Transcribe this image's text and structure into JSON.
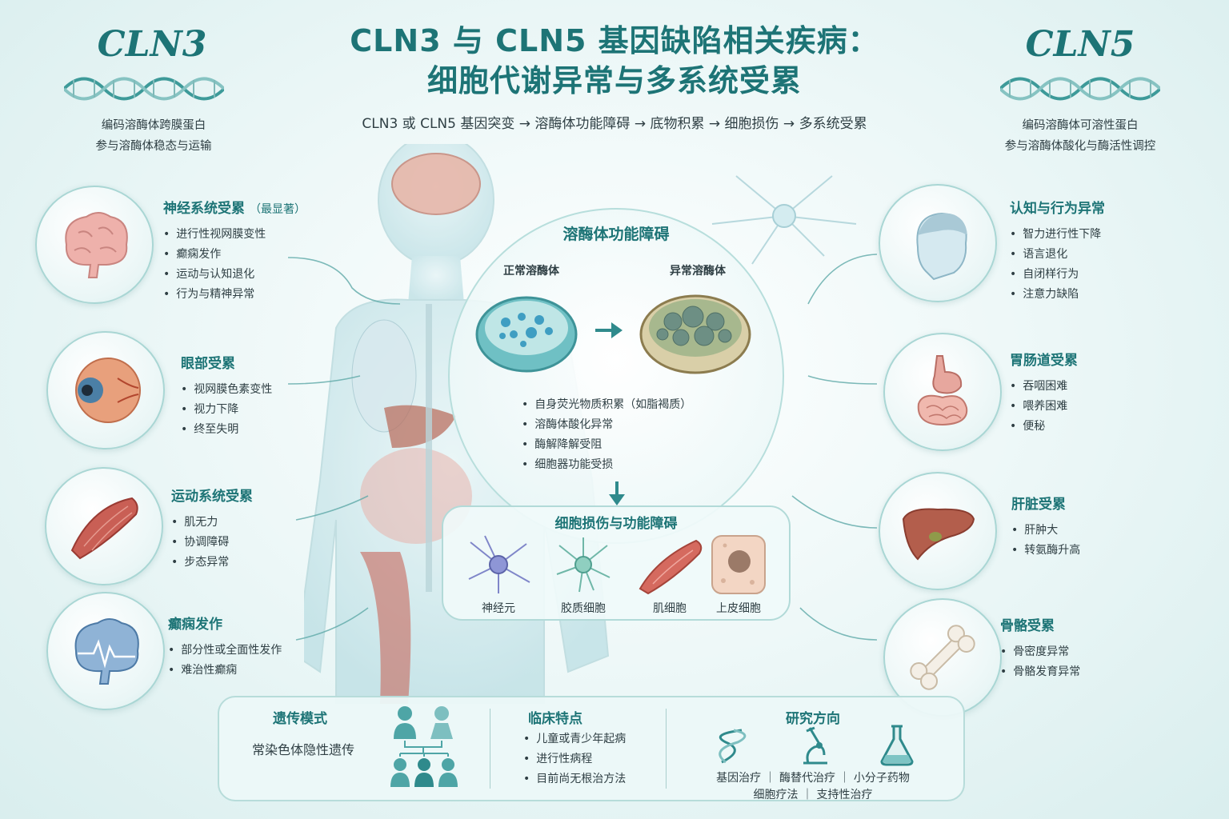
{
  "header": {
    "title_line1": "CLN3 与 CLN5 基因缺陷相关疾病：",
    "title_line2": "细胞代谢异常与多系统受累",
    "flow": "CLN3 或 CLN5 基因突变 → 溶酶体功能障碍 → 底物积累 → 细胞损伤 → 多系统受累"
  },
  "genes": {
    "left": {
      "name": "CLN3",
      "desc_line1": "编码溶酶体跨膜蛋白",
      "desc_line2": "参与溶酶体稳态与运输"
    },
    "right": {
      "name": "CLN5",
      "desc_line1": "编码溶酶体可溶性蛋白",
      "desc_line2": "参与溶酶体酸化与酶活性调控"
    }
  },
  "left_panels": [
    {
      "title": "神经系统受累",
      "note": "（最显著）",
      "icon": "brain-icon",
      "items": [
        "进行性视网膜变性",
        "癫痫发作",
        "运动与认知退化",
        "行为与精神异常"
      ]
    },
    {
      "title": "眼部受累",
      "icon": "eye-icon",
      "items": [
        "视网膜色素变性",
        "视力下降",
        "终至失明"
      ]
    },
    {
      "title": "运动系统受累",
      "icon": "muscle-icon",
      "items": [
        "肌无力",
        "协调障碍",
        "步态异常"
      ]
    },
    {
      "title": "癫痫发作",
      "icon": "brain-seizure-icon",
      "items": [
        "部分性或全面性发作",
        "难治性癫痫"
      ]
    }
  ],
  "right_panels": [
    {
      "title": "认知与行为异常",
      "icon": "child-head-icon",
      "items": [
        "智力进行性下降",
        "语言退化",
        "自闭样行为",
        "注意力缺陷"
      ]
    },
    {
      "title": "胃肠道受累",
      "icon": "stomach-intestine-icon",
      "items": [
        "吞咽困难",
        "喂养困难",
        "便秘"
      ]
    },
    {
      "title": "肝脏受累",
      "icon": "liver-icon",
      "items": [
        "肝肿大",
        "转氨酶升高"
      ]
    },
    {
      "title": "骨骼受累",
      "icon": "bone-icon",
      "items": [
        "骨密度异常",
        "骨骼发育异常"
      ]
    }
  ],
  "center": {
    "title": "溶酶体功能障碍",
    "normal_label": "正常溶酶体",
    "abnormal_label": "异常溶酶体",
    "items": [
      "自身荧光物质积累（如脂褐质）",
      "溶酶体酸化异常",
      "酶解降解受阻",
      "细胞器功能受损"
    ],
    "damage_title": "细胞损伤与功能障碍",
    "cells": [
      "神经元",
      "胶质细胞",
      "肌细胞",
      "上皮细胞"
    ]
  },
  "bottom": {
    "inheritance_title": "遗传模式",
    "inheritance_text": "常染色体隐性遗传",
    "clinical_title": "临床特点",
    "clinical_items": [
      "儿童或青少年起病",
      "进行性病程",
      "目前尚无根治方法"
    ],
    "research_title": "研究方向",
    "research_line1": "基因治疗 ｜ 酶替代治疗 ｜ 小分子药物",
    "research_line2": "细胞疗法 ｜ 支持性治疗"
  },
  "colors": {
    "accent": "#1d7476",
    "teal_light": "#a9d6d4",
    "text": "#2f3f44"
  }
}
